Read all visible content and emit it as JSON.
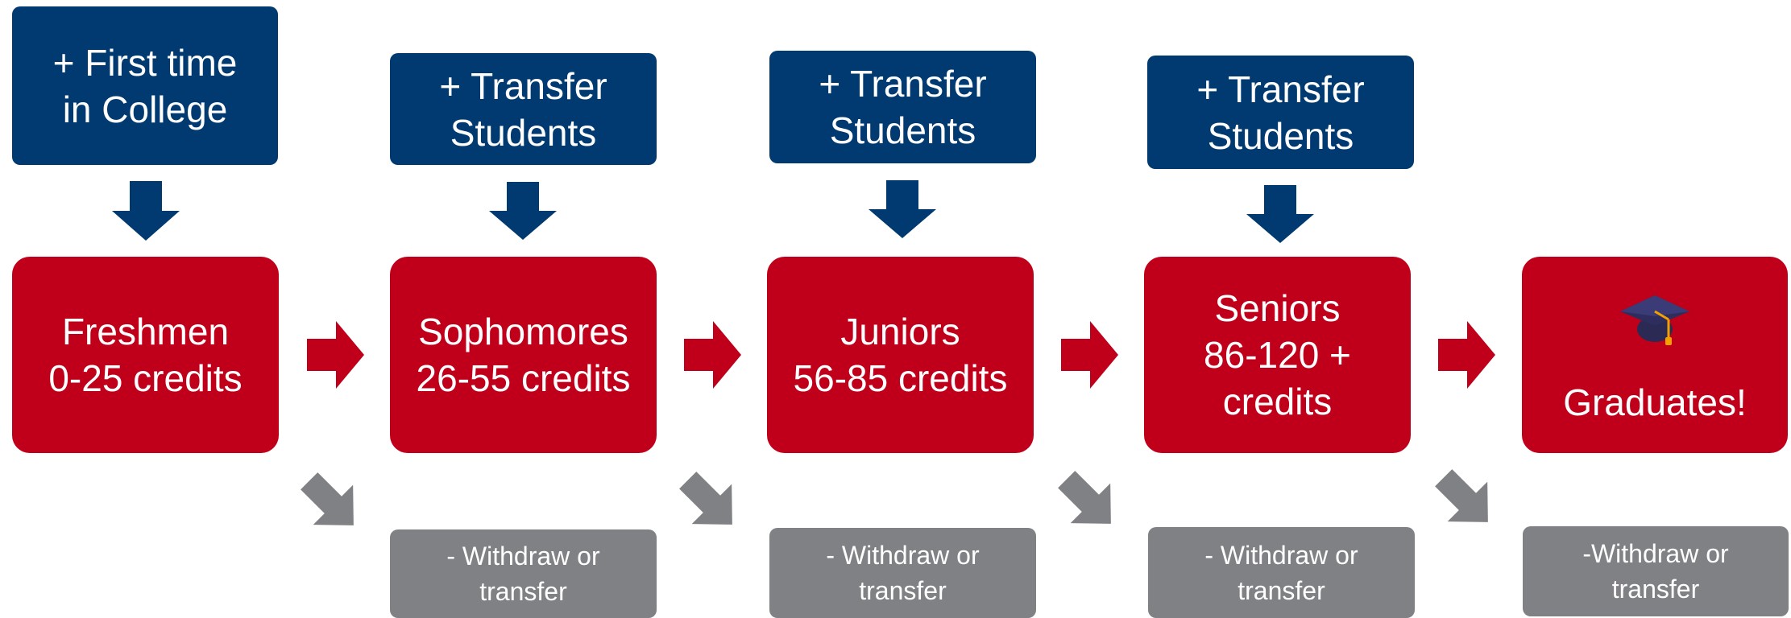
{
  "colors": {
    "entry_box": "#003a70",
    "stage_box": "#c0001b",
    "exit_box": "#808184",
    "progress_arrow": "#c0001b",
    "entry_arrow": "#003a70",
    "exit_arrow": "#808184"
  },
  "entries": [
    "+ First time\nin College",
    "+ Transfer\nStudents",
    "+ Transfer\nStudents",
    "+ Transfer\nStudents"
  ],
  "stages": [
    "Freshmen\n0-25 credits",
    "Sophomores\n26-55 credits",
    "Juniors\n56-85 credits",
    "Seniors\n86-120 +\ncredits",
    "Graduates!"
  ],
  "exits": [
    "- Withdraw or\ntransfer",
    "- Withdraw or\ntransfer",
    "- Withdraw or\ntransfer",
    "-Withdraw or\ntransfer"
  ],
  "icons": {
    "graduate": "graduation-cap-icon"
  }
}
